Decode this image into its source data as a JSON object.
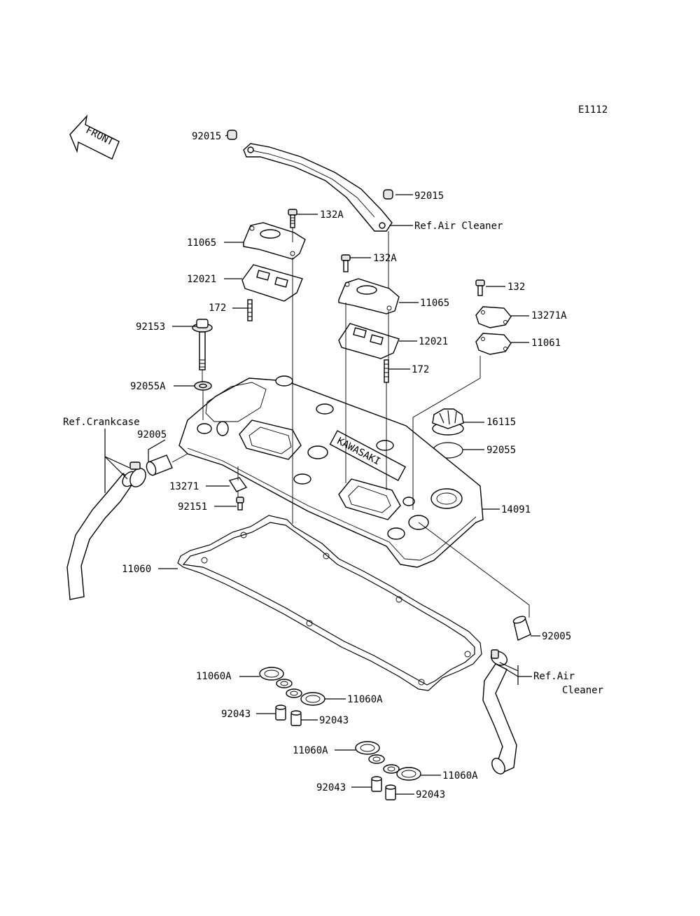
{
  "diagram_code": "E1112",
  "front_label": "FRONT",
  "callouts": {
    "c92015_top": "92015",
    "c92015_mid": "92015",
    "ref_air_cleaner_top": "Ref.Air Cleaner",
    "c132a_left": "132A",
    "c11065_left": "11065",
    "c132a_right": "132A",
    "c12021_left": "12021",
    "c11065_right": "11065",
    "c132": "132",
    "c172_left": "172",
    "c13271a": "13271A",
    "c92153": "92153",
    "c12021_right": "12021",
    "c11061": "11061",
    "c172_right": "172",
    "c92055a": "92055A",
    "ref_crankcase": "Ref.Crankcase",
    "c92005_left": "92005",
    "c16115": "16115",
    "c92055": "92055",
    "c13271": "13271",
    "c92151": "92151",
    "c14091": "14091",
    "c11060": "11060",
    "c92005_right": "92005",
    "c11060a_1": "11060A",
    "ref_air_cleaner_bottom_1": "Ref.Air",
    "ref_air_cleaner_bottom_2": "Cleaner",
    "c11060a_2": "11060A",
    "c92043_1": "92043",
    "c92043_2": "92043",
    "c11060a_3": "11060A",
    "c11060a_4": "11060A",
    "c92043_3": "92043",
    "c92043_4": "92043"
  },
  "cover_logo": "KAWASAKI"
}
